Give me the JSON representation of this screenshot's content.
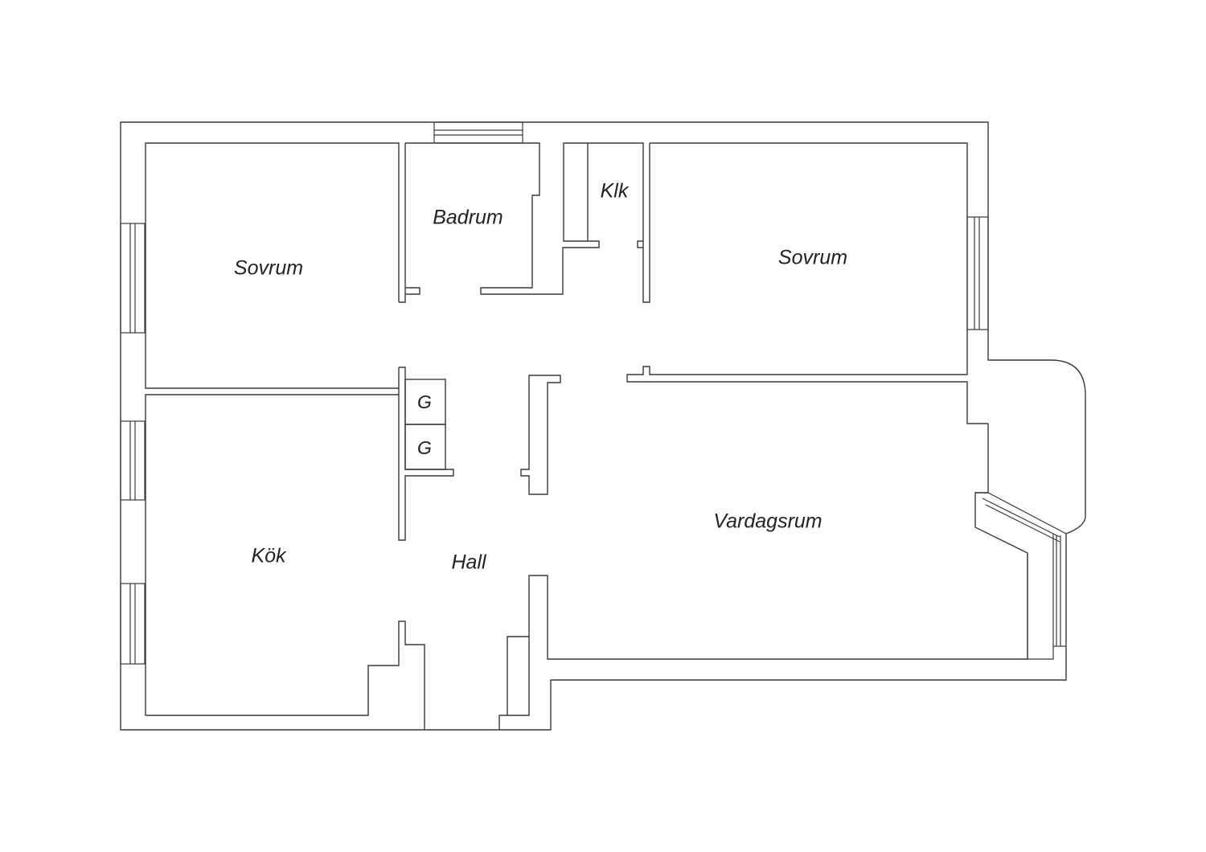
{
  "rooms": {
    "bedroom_left": "Sovrum",
    "bathroom": "Badrum",
    "closet": "Klk",
    "bedroom_right": "Sovrum",
    "kitchen": "Kök",
    "hall": "Hall",
    "living_room": "Vardagsrum",
    "wardrobe_1": "G",
    "wardrobe_2": "G"
  },
  "colors": {
    "line": "#3a3a3a",
    "background": "#ffffff",
    "text": "#222222"
  }
}
